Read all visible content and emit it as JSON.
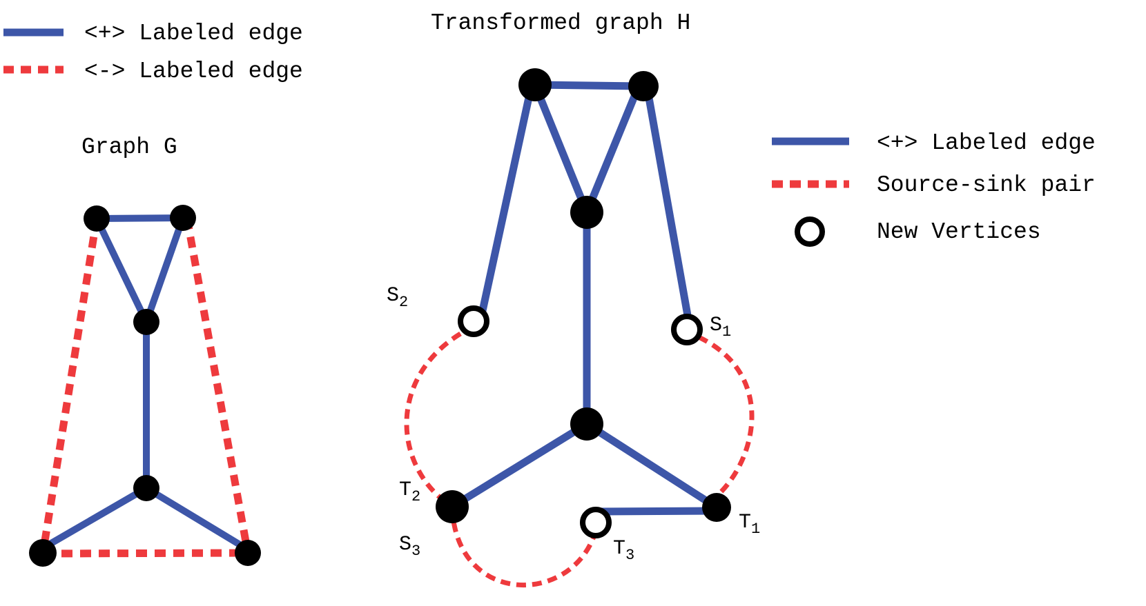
{
  "colors": {
    "positive_edge": "#3d56a8",
    "negative_edge": "#ee3a3d",
    "vertex": "#000000",
    "background": "#ffffff"
  },
  "legend_g": {
    "positive": "<+> Labeled edge",
    "negative": "<-> Labeled edge"
  },
  "legend_h": {
    "positive": "<+> Labeled edge",
    "pair": "Source-sink pair",
    "new_vertices": "New Vertices"
  },
  "graph_g": {
    "title": "Graph G"
  },
  "graph_h": {
    "title": "Transformed graph H",
    "labels": {
      "s1": {
        "letter": "S",
        "sub": "1"
      },
      "s2": {
        "letter": "S",
        "sub": "2"
      },
      "s3": {
        "letter": "S",
        "sub": "3"
      },
      "t1": {
        "letter": "T",
        "sub": "1"
      },
      "t2": {
        "letter": "T",
        "sub": "2"
      },
      "t3": {
        "letter": "T",
        "sub": "3"
      }
    }
  }
}
